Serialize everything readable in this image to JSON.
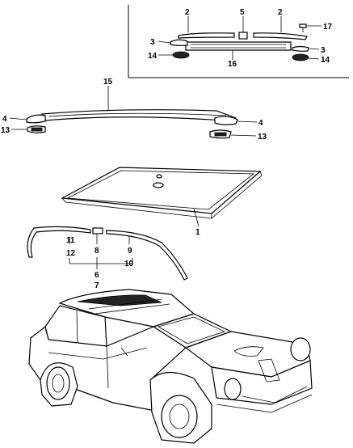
{
  "callouts": {
    "n1": "1",
    "n2a": "2",
    "n2b": "2",
    "n3a": "3",
    "n3b": "3",
    "n4a": "4",
    "n4b": "4",
    "n5": "5",
    "n6": "6",
    "n7": "7",
    "n8": "8",
    "n9": "9",
    "n10": "10",
    "n11": "11",
    "n12": "12",
    "n13a": "13",
    "n13b": "13",
    "n14a": "14",
    "n14b": "14",
    "n15": "15",
    "n16": "16",
    "n17": "17"
  }
}
